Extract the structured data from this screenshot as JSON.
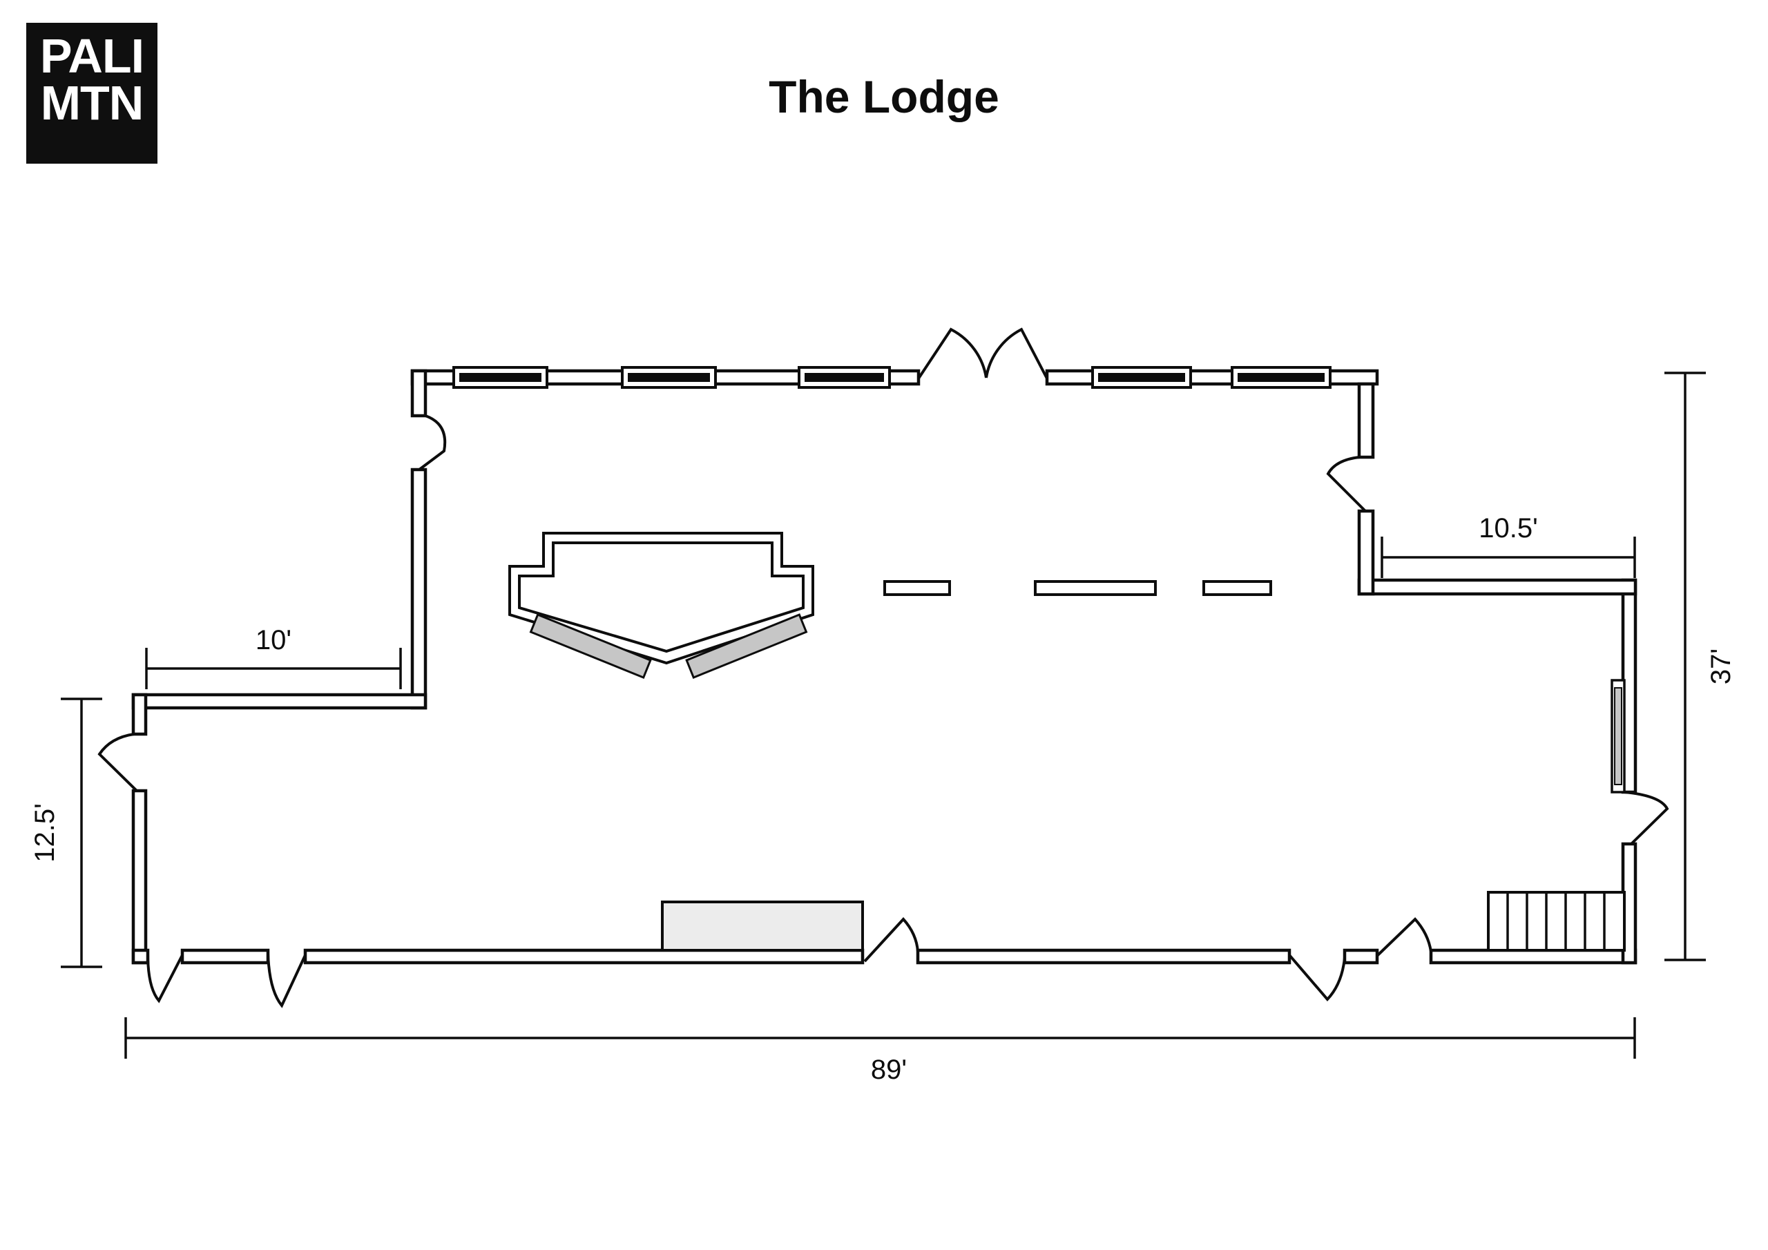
{
  "logo": {
    "line1": "PALI",
    "line2": "MTN",
    "bg_color": "#0f0f0f",
    "text_color": "#ffffff"
  },
  "header": {
    "title": "The Lodge"
  },
  "dimensions": {
    "left_wing_width": "10'",
    "left_wing_height": "12.5'",
    "right_wing_width": "10.5'",
    "building_depth": "37'",
    "building_width": "89'"
  },
  "colors": {
    "wall_stroke": "#0d0d0d",
    "stage_fill": "#ececec",
    "counter_bar_fill": "#c6c6c6",
    "wall_window_fill": "#c6c6c6",
    "window_glass_fill": "#0d0d0d"
  }
}
